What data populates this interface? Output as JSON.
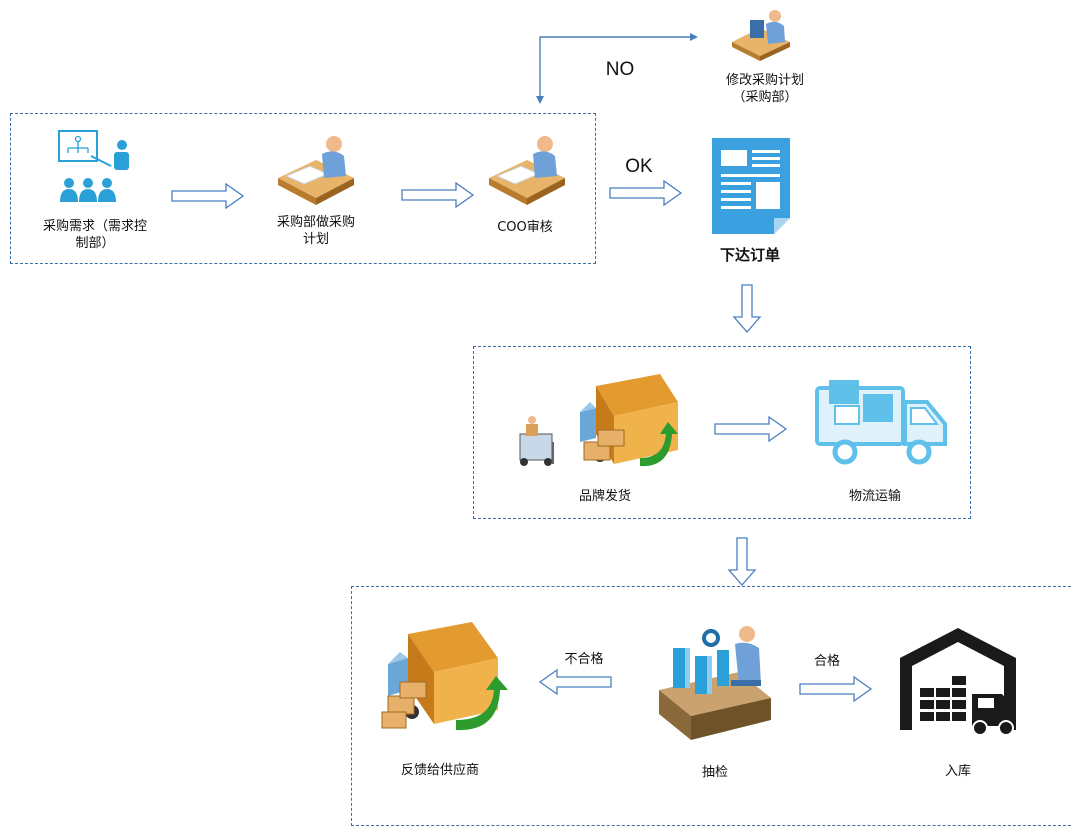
{
  "colors": {
    "dashed_border": "#3a6ea8",
    "arrow_outline": "#4a7fbf",
    "icon_blue": "#2a9fd8",
    "doc_blue": "#3aa0e0",
    "truck_blue": "#5fc1ea",
    "warehouse": "#1a1a1a",
    "accent_green": "#2e9b2e"
  },
  "stage1": {
    "demand": {
      "line1": "采购需求（需求控",
      "line2": "制部）",
      "icon": "teacher-icon"
    },
    "plan": {
      "line1": "采购部做采购",
      "line2": "计划",
      "icon": "desk-worker-icon"
    },
    "coo": {
      "label": "COO审核",
      "icon": "desk-worker-icon"
    }
  },
  "branch": {
    "no_label": "NO",
    "ok_label": "OK",
    "revise": {
      "line1": "修改采购计划",
      "line2": "（采购部）",
      "icon": "desk-worker-icon"
    },
    "order": {
      "label": "下达订单",
      "icon": "document-icon"
    }
  },
  "stage2": {
    "ship": {
      "label": "品牌发货",
      "icon": "delivery-truck-icon"
    },
    "logistics": {
      "label": "物流运输",
      "icon": "truck-icon"
    }
  },
  "stage3": {
    "feedback": {
      "label": "反馈给供应商",
      "icon": "delivery-truck-icon"
    },
    "fail_label": "不合格",
    "inspect": {
      "label": "抽检",
      "icon": "inspection-icon"
    },
    "pass_label": "合格",
    "warehouse": {
      "label": "入库",
      "icon": "warehouse-icon"
    }
  }
}
